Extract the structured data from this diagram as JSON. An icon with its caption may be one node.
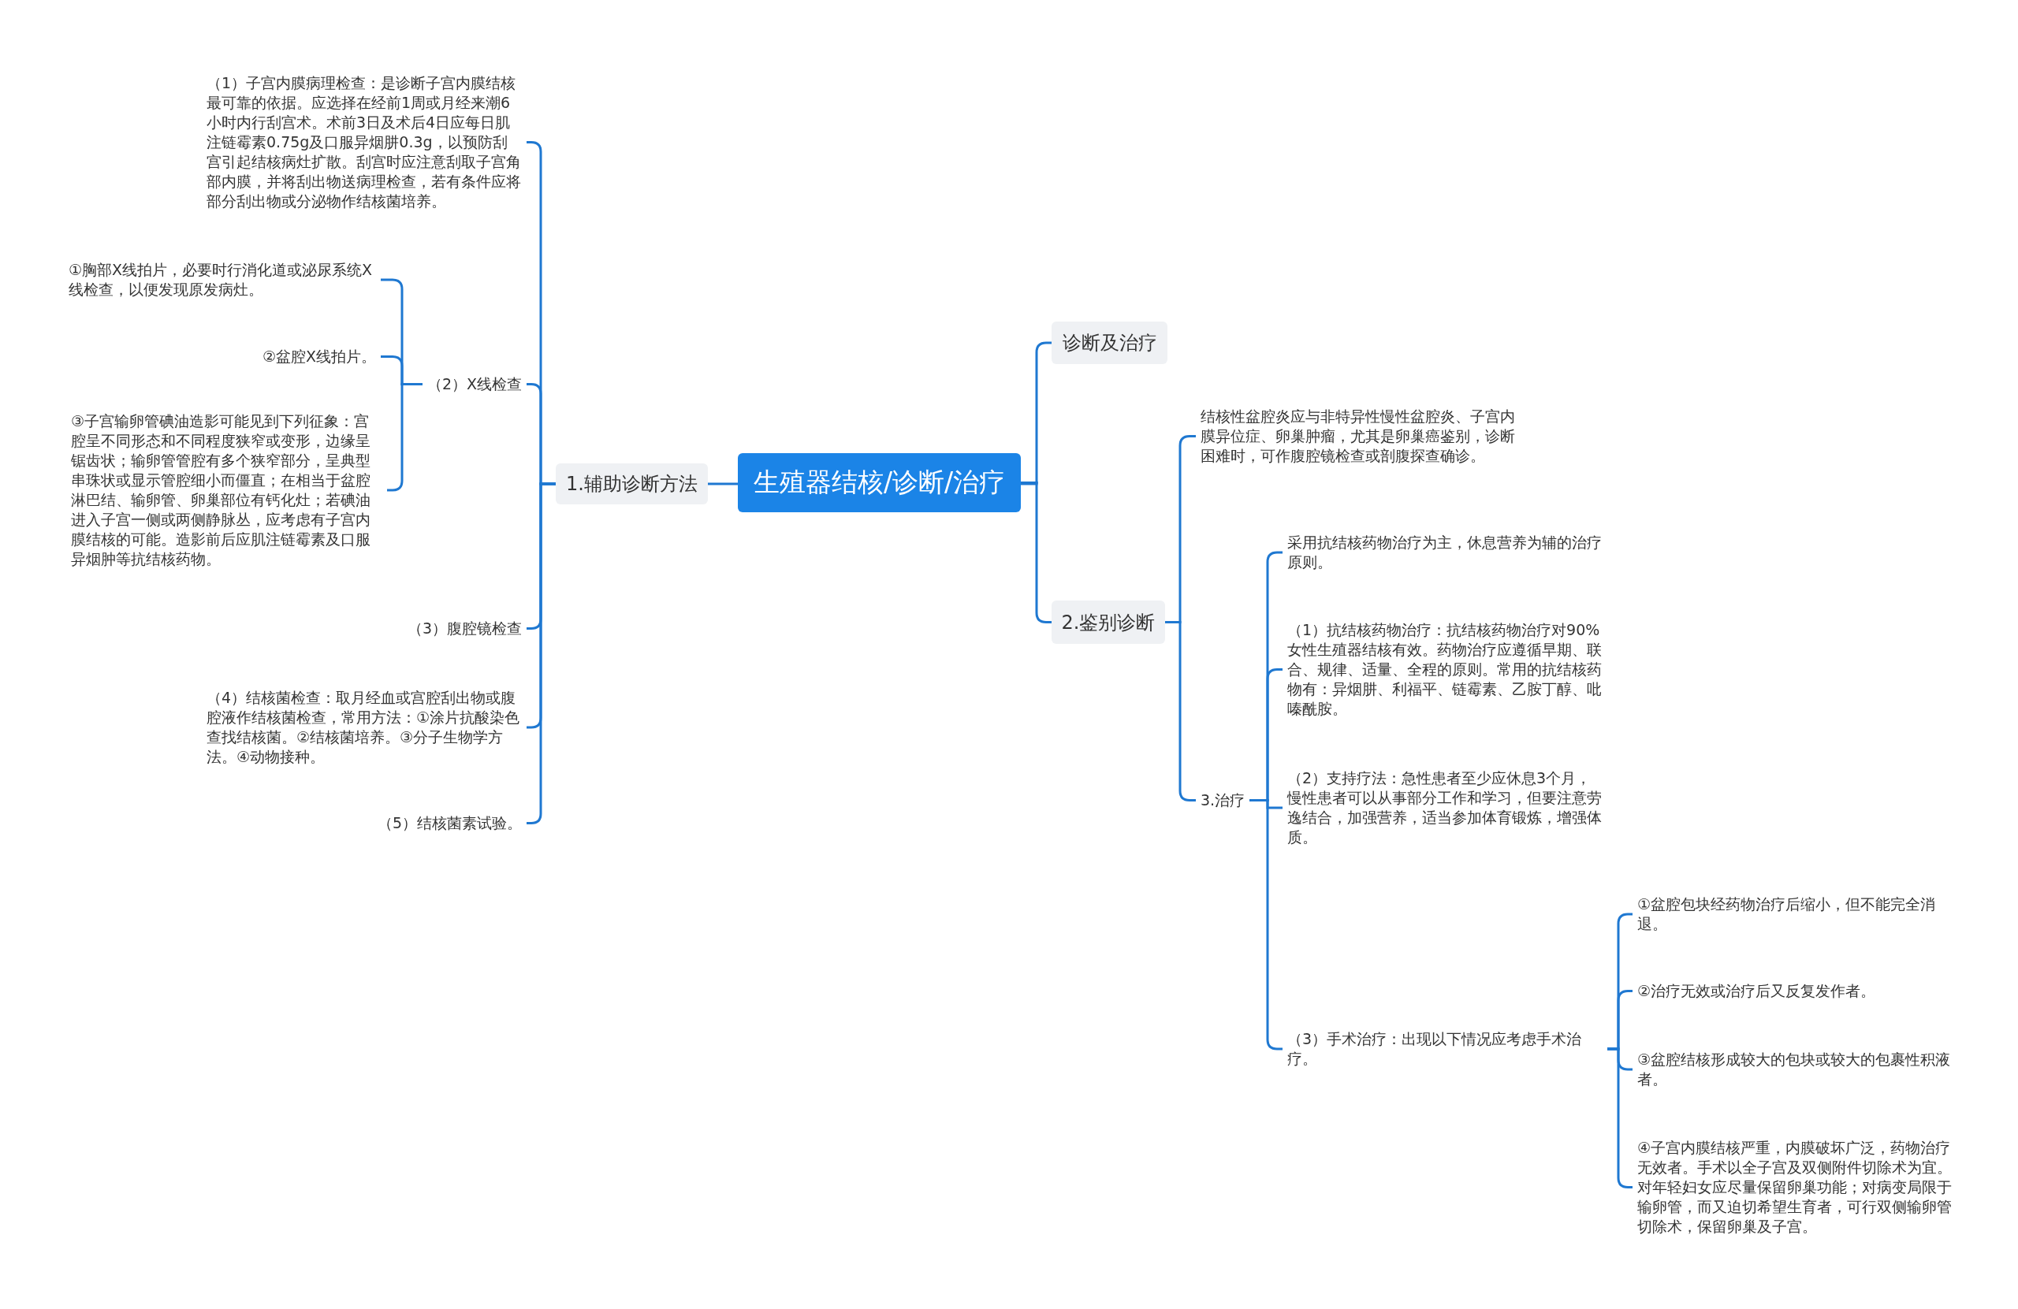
{
  "diagram": {
    "nodes": [
      {
        "text": [
          "生殖器结核/诊断/治疗"
        ]
      },
      {
        "text": [
          "1.辅助诊断方法"
        ]
      },
      {
        "text": [
          "（1）子宫内膜病理检查：是诊断子宫内膜结核最可靠的依据。应选择在经前1周或月经来潮6小时内行刮宫术。术前3日及术后4日应每日肌注链霉素0.75g及口服异烟肼0.3g，以预防刮宫引起结核病灶扩散。刮宫时应注意刮取子宫角部内膜，并将刮出物送病理检查，若有条件应将部分刮出物或分泌物作结核菌培养。"
        ]
      },
      {
        "text": [
          "（2）X线检查"
        ]
      },
      {
        "text": [
          "①胸部X线拍片，必要时行消化道或泌尿系统X线检查，以便发现原发病灶。"
        ]
      },
      {
        "text": [
          "②盆腔X线拍片。"
        ]
      },
      {
        "text": [
          "③子宫输卵管碘油造影可能见到下列征象：宫腔呈不同形态和不同程度狭窄或变形，边缘呈锯齿状；输卵管管腔有多个狭窄部分，呈典型串珠状或显示管腔细小而僵直；在相当于盆腔淋巴结、输卵管、卵巢部位有钙化灶；若碘油进入子宫一侧或两侧静脉丛，应考虑有子宫内膜结核的可能。造影前后应肌注链霉素及口服异烟肿等抗结核药物。"
        ]
      },
      {
        "text": [
          "（3）腹腔镜检查"
        ]
      },
      {
        "text": [
          "（4）结核菌检查：取月经血或宫腔刮出物或腹腔液作结核菌检查，常用方法：①涂片抗酸染色查找结核菌。②结核菌培养。③分子生物学方法。④动物接种。"
        ]
      },
      {
        "text": [
          "（5）结核菌素试验。"
        ]
      },
      {
        "text": [
          "诊断及治疗"
        ]
      },
      {
        "text": [
          "2.鉴别诊断"
        ]
      },
      {
        "text": [
          "结核性盆腔炎应与非特异性慢性盆腔炎、子宫内膜异位症、卵巢肿瘤，尤其是卵巢癌鉴别，诊断困难时，可作腹腔镜检查或剖腹探查确诊。"
        ]
      },
      {
        "text": [
          "3.治疗"
        ]
      },
      {
        "text": [
          "采用抗结核药物治疗为主，休息营养为辅的治疗原则。"
        ]
      },
      {
        "text": [
          "（1）抗结核药物治疗：抗结核药物治疗对90%女性生殖器结核有效。药物治疗应遵循早期、联合、规律、适量、全程的原则。常用的抗结核药物有：异烟肼、利福平、链霉素、乙胺丁醇、吡嗪酰胺。"
        ]
      },
      {
        "text": [
          "（2）支持疗法：急性患者至少应休息3个月，慢性患者可以从事部分工作和学习，但要注意劳逸结合，加强营养，适当参加体育锻炼，增强体质。"
        ]
      },
      {
        "text": [
          "（3）手术治疗：出现以下情况应考虑手术治疗。"
        ]
      },
      {
        "text": [
          "①盆腔包块经药物治疗后缩小，但不能完全消退。"
        ]
      },
      {
        "text": [
          "②治疗无效或治疗后又反复发作者。"
        ]
      },
      {
        "text": [
          "③盆腔结核形成较大的包块或较大的包裹性积液者。"
        ]
      },
      {
        "text": [
          "④子宫内膜结核严重，内膜破坏广泛，药物治疗无效者。手术以全子宫及双侧附件切除术为宜。对年轻妇女应尽量保留卵巢功能；对病变局限于输卵管，而又迫切希望生育者，可行双侧输卵管切除术，保留卵巢及子宫。"
        ]
      }
    ],
    "edges": [
      {
        "from": 0,
        "to": 1,
        "arrow": "none"
      },
      {
        "from": 1,
        "to": 2,
        "arrow": "none"
      },
      {
        "from": 1,
        "to": 3,
        "arrow": "none"
      },
      {
        "from": 3,
        "to": 4,
        "arrow": "none"
      },
      {
        "from": 3,
        "to": 5,
        "arrow": "none"
      },
      {
        "from": 3,
        "to": 6,
        "arrow": "none"
      },
      {
        "from": 1,
        "to": 7,
        "arrow": "none"
      },
      {
        "from": 1,
        "to": 8,
        "arrow": "none"
      },
      {
        "from": 1,
        "to": 9,
        "arrow": "none"
      },
      {
        "from": 0,
        "to": 10,
        "arrow": "none"
      },
      {
        "from": 0,
        "to": 11,
        "arrow": "none"
      },
      {
        "from": 11,
        "to": 12,
        "arrow": "none"
      },
      {
        "from": 11,
        "to": 13,
        "arrow": "none"
      },
      {
        "from": 13,
        "to": 14,
        "arrow": "none"
      },
      {
        "from": 13,
        "to": 15,
        "arrow": "none"
      },
      {
        "from": 13,
        "to": 16,
        "arrow": "none"
      },
      {
        "from": 13,
        "to": 17,
        "arrow": "none"
      },
      {
        "from": 17,
        "to": 18,
        "arrow": "none"
      },
      {
        "from": 17,
        "to": 19,
        "arrow": "none"
      },
      {
        "from": 17,
        "to": 20,
        "arrow": "none"
      },
      {
        "from": 17,
        "to": 21,
        "arrow": "none"
      }
    ]
  }
}
